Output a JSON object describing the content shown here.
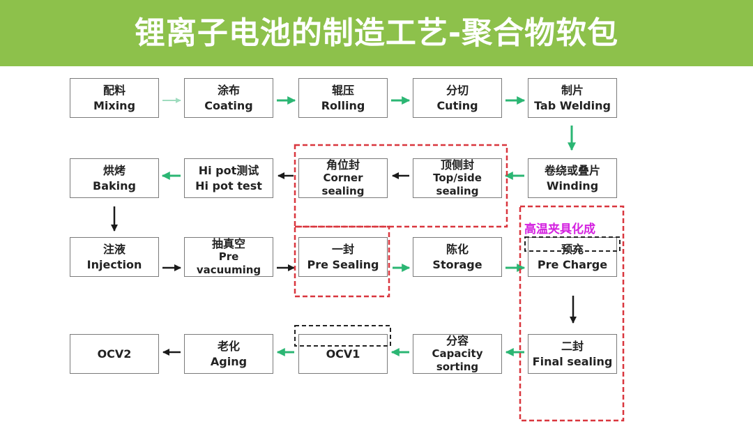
{
  "title": "锂离子电池的制造工艺-聚合物软包",
  "steps": {
    "mixing": {
      "zh": "配料",
      "en": "Mixing"
    },
    "coating": {
      "zh": "涂布",
      "en": "Coating"
    },
    "rolling": {
      "zh": "辊压",
      "en": "Rolling"
    },
    "cuting": {
      "zh": "分切",
      "en": "Cuting"
    },
    "tab_welding": {
      "zh": "制片",
      "en": "Tab Welding"
    },
    "winding": {
      "zh": "卷绕或叠片",
      "en": "Winding"
    },
    "top_side": {
      "zh": "顶侧封",
      "en1": "Top/side",
      "en2": "sealing"
    },
    "corner": {
      "zh": "角位封",
      "en1": "Corner",
      "en2": "sealing"
    },
    "hipot": {
      "zh": "Hi pot测试",
      "en": "Hi pot test"
    },
    "baking": {
      "zh": "烘烤",
      "en": "Baking"
    },
    "injection": {
      "zh": "注液",
      "en": "Injection"
    },
    "pre_vacuuming": {
      "zh": "抽真空",
      "en1": "Pre",
      "en2": "vacuuming"
    },
    "pre_sealing": {
      "zh": "一封",
      "en": "Pre Sealing"
    },
    "storage": {
      "zh": "陈化",
      "en": "Storage"
    },
    "pre_charge": {
      "zh": "预充",
      "en": "Pre Charge"
    },
    "final_sealing": {
      "zh": "二封",
      "en": "Final sealing"
    },
    "capacity": {
      "zh": "分容",
      "en1": "Capacity",
      "en2": "sorting"
    },
    "ocv1": {
      "zh": "",
      "en": "OCV1"
    },
    "aging": {
      "zh": "老化",
      "en": "Aging"
    },
    "ocv2": {
      "zh": "",
      "en": "OCV2"
    }
  },
  "annotation": "高温夹具化成",
  "colors": {
    "banner": "#8dc14b",
    "green_arrow": "#2bb673",
    "dark_arrow": "#1a1a1a",
    "red_dashed": "#d9363e",
    "black_dashed": "#222222",
    "annotation": "#d422e0"
  }
}
